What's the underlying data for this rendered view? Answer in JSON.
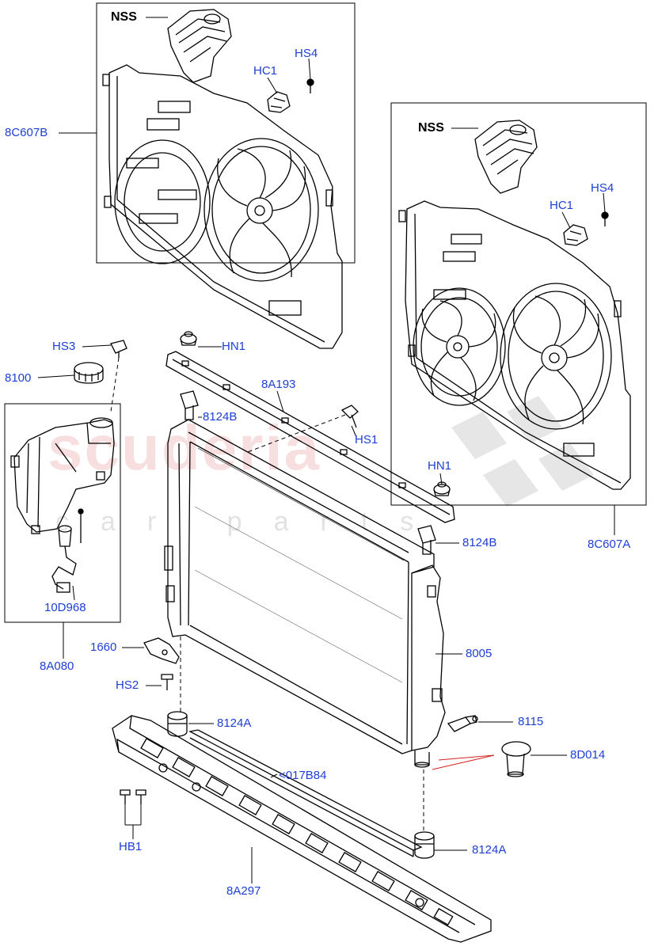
{
  "watermark": {
    "brand": "scuderia",
    "sub": "car parts"
  },
  "labels": {
    "nss_top": "NSS",
    "nss_right": "NSS",
    "hc1_top": "HC1",
    "hs4_top": "HS4",
    "hc1_right": "HC1",
    "hs4_right": "HS4",
    "fan_left": "8C607B",
    "fan_right": "8C607A",
    "hs3": "HS3",
    "cap": "8100",
    "hn1_top": "HN1",
    "bar_top": "8A193",
    "seal_top": "8124B",
    "hs1": "HS1",
    "hn1_right": "HN1",
    "seal_right": "8124B",
    "sensor": "10D968",
    "reservoir": "8A080",
    "bracket": "1660",
    "radiator": "8005",
    "hs2": "HS2",
    "mount_left": "8124A",
    "switch": "8115",
    "drain": "8D014",
    "strip": "<017B84",
    "hb1": "HB1",
    "mount_bottom": "8124A",
    "lower_bar": "8A297"
  },
  "colors": {
    "label": "#1d3fd6",
    "line": "#000000",
    "leader_red": "#d42020"
  }
}
